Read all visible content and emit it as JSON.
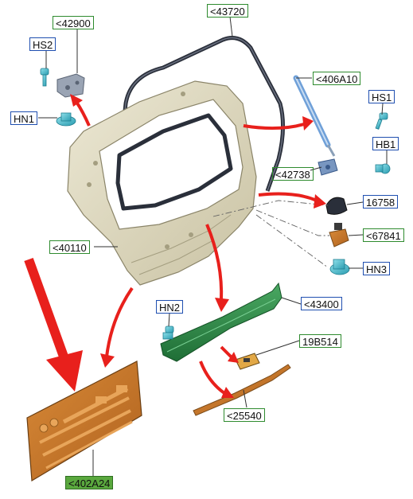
{
  "labels": {
    "l42900": "<42900",
    "l43720": "<43720",
    "hs2": "HS2",
    "l406a10": "<406A10",
    "hn1": "HN1",
    "hs1": "HS1",
    "hb1": "HB1",
    "l42738": "<42738",
    "l16758": "16758",
    "l67841": "<67841",
    "l40110": "<40110",
    "hn3": "HN3",
    "hn2": "HN2",
    "l43400": "<43400",
    "l19b514": "19B514",
    "l25540": "<25540",
    "l402a24": "<402A24"
  },
  "colors": {
    "label_green_border": "#2e8b2e",
    "label_blue_border": "#1f4fb0",
    "arrow_red": "#e8201c",
    "tailgate_panel": "#d9d3b8",
    "seal": "#2a2f3a",
    "moulding_green": "#2f8a48",
    "insulator_orange": "#c8782a",
    "clip_cyan": "#3fb8c8"
  }
}
